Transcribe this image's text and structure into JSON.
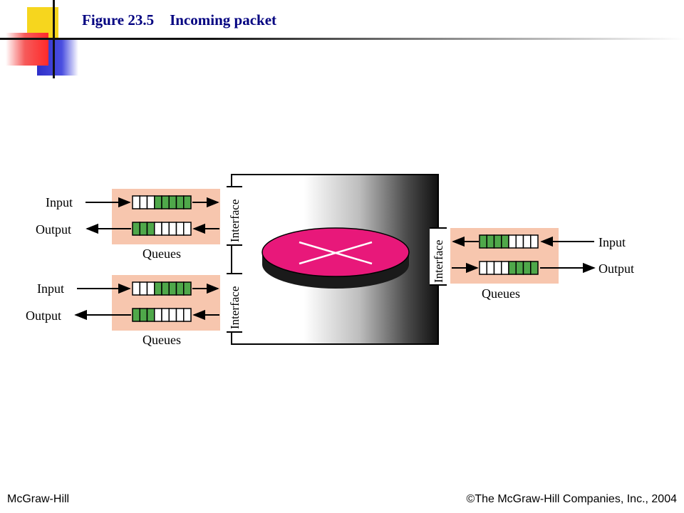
{
  "header": {
    "figure_number": "Figure 23.5",
    "figure_title": "Incoming packet"
  },
  "diagram": {
    "interface_label": "Interface",
    "queues_label": "Queues",
    "input_label": "Input",
    "output_label": "Output",
    "colors": {
      "queue_panel": "#f7c6ae",
      "filled_cell": "#4fa84a",
      "empty_cell": "#ffffff",
      "router_disc": "#e8187a",
      "router_side": "#1a1a1a",
      "footer_text": "#000000",
      "title_text": "#000080"
    },
    "queue_panels": [
      {
        "input_filled": 5,
        "output_filled": 3
      },
      {
        "input_filled": 5,
        "output_filled": 3
      },
      {
        "input_filled": 4,
        "output_filled": 4
      }
    ]
  },
  "footer": {
    "publisher": "McGraw-Hill",
    "copyright": "©The McGraw-Hill Companies, Inc., 2004"
  }
}
